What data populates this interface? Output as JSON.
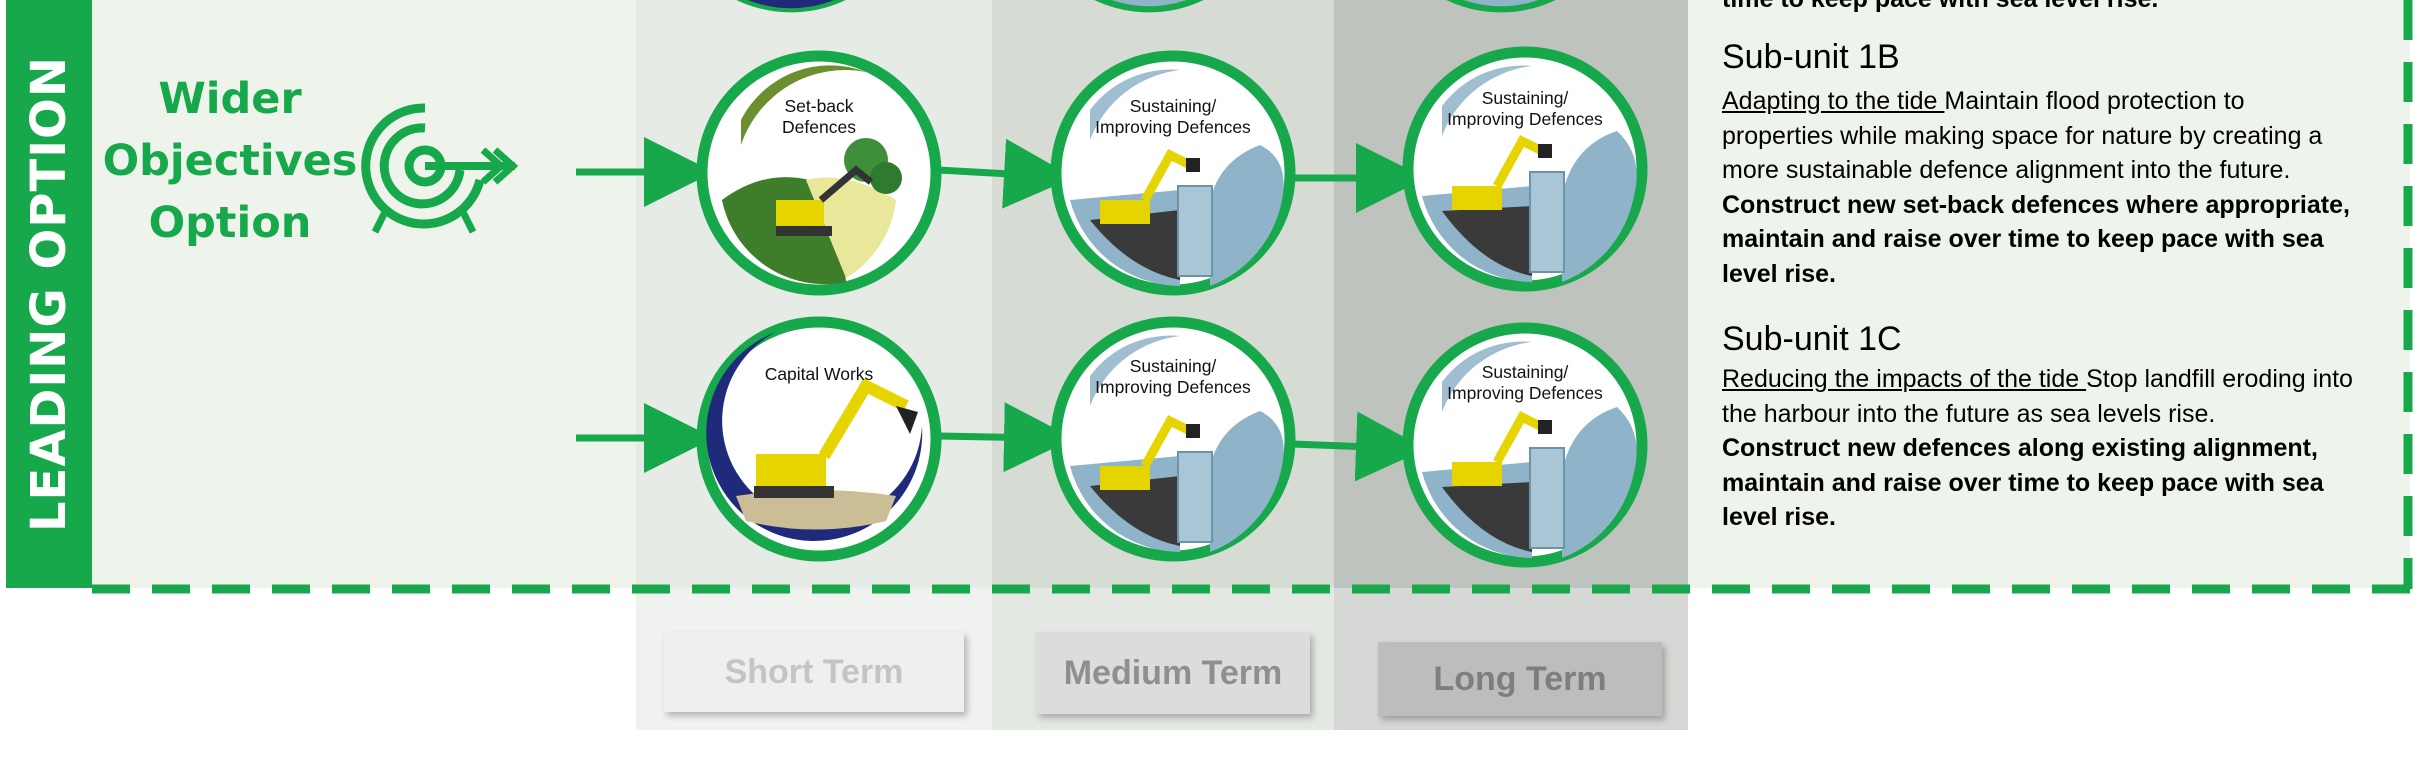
{
  "leading_option_label": "LEADING OPTION",
  "wider_objectives_lines": [
    "Wider",
    "Objectives",
    "Option"
  ],
  "rows": [
    {
      "circles": [
        {
          "label": "Set-back\nDefences",
          "icon": "setback-excavator-icon"
        },
        {
          "label": "Sustaining/\nImproving Defences",
          "icon": "seawall-wave-icon"
        },
        {
          "label": "Sustaining/\nImproving Defences",
          "icon": "seawall-wave-icon"
        }
      ]
    },
    {
      "circles": [
        {
          "label": "Capital Works",
          "icon": "capital-works-excavator-icon"
        },
        {
          "label": "Sustaining/\nImproving Defences",
          "icon": "seawall-wave-icon"
        },
        {
          "label": "Sustaining/\nImproving Defences",
          "icon": "seawall-wave-icon"
        }
      ]
    }
  ],
  "terms": {
    "short": "Short Term",
    "medium": "Medium Term",
    "long": "Long Term"
  },
  "top_cut_text": "time to keep pace with sea level rise.",
  "subunits": [
    {
      "title": "Sub-unit 1B",
      "underlined": "Adapting to the tide ",
      "text": "Maintain flood protection to properties while making space for nature by creating a more sustainable defence alignment into the future.",
      "bold": "Construct new set-back defences where appropriate, maintain and raise over time to keep pace with sea level rise."
    },
    {
      "title": "Sub-unit 1C",
      "underlined": "Reducing the impacts of the tide ",
      "text": "Stop landfill eroding into the harbour into the future as sea levels rise.",
      "bold": "Construct new defences along existing alignment, maintain and raise over time to keep pace with sea level rise."
    }
  ],
  "colors": {
    "green": "#17a84b",
    "navy": "#1f2a7a",
    "water": "#8fb3c9"
  }
}
